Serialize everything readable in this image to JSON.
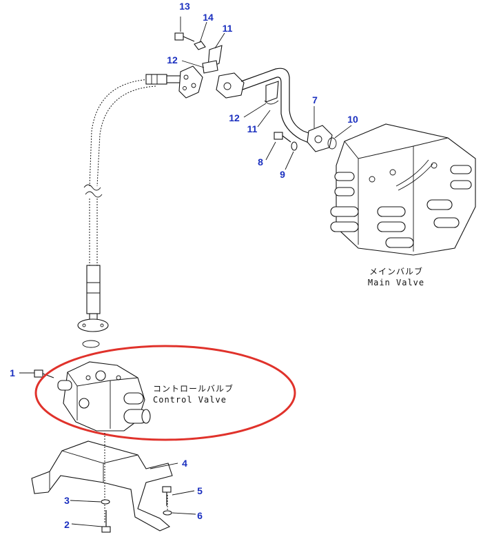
{
  "callouts": {
    "c1": "1",
    "c2": "2",
    "c3": "3",
    "c4": "4",
    "c5": "5",
    "c6": "6",
    "c7": "7",
    "c8": "8",
    "c9": "9",
    "c10": "10",
    "c11a": "11",
    "c11b": "11",
    "c12a": "12",
    "c12b": "12",
    "c13": "13",
    "c14": "14"
  },
  "labels": {
    "main_valve_jp": "メインバルブ",
    "main_valve_en": "Main Valve",
    "control_valve_jp": "コントロールバルブ",
    "control_valve_en": "Control Valve"
  },
  "colors": {
    "callout": "#1a2fbf",
    "highlight": "#e0322b",
    "line": "#111111"
  }
}
